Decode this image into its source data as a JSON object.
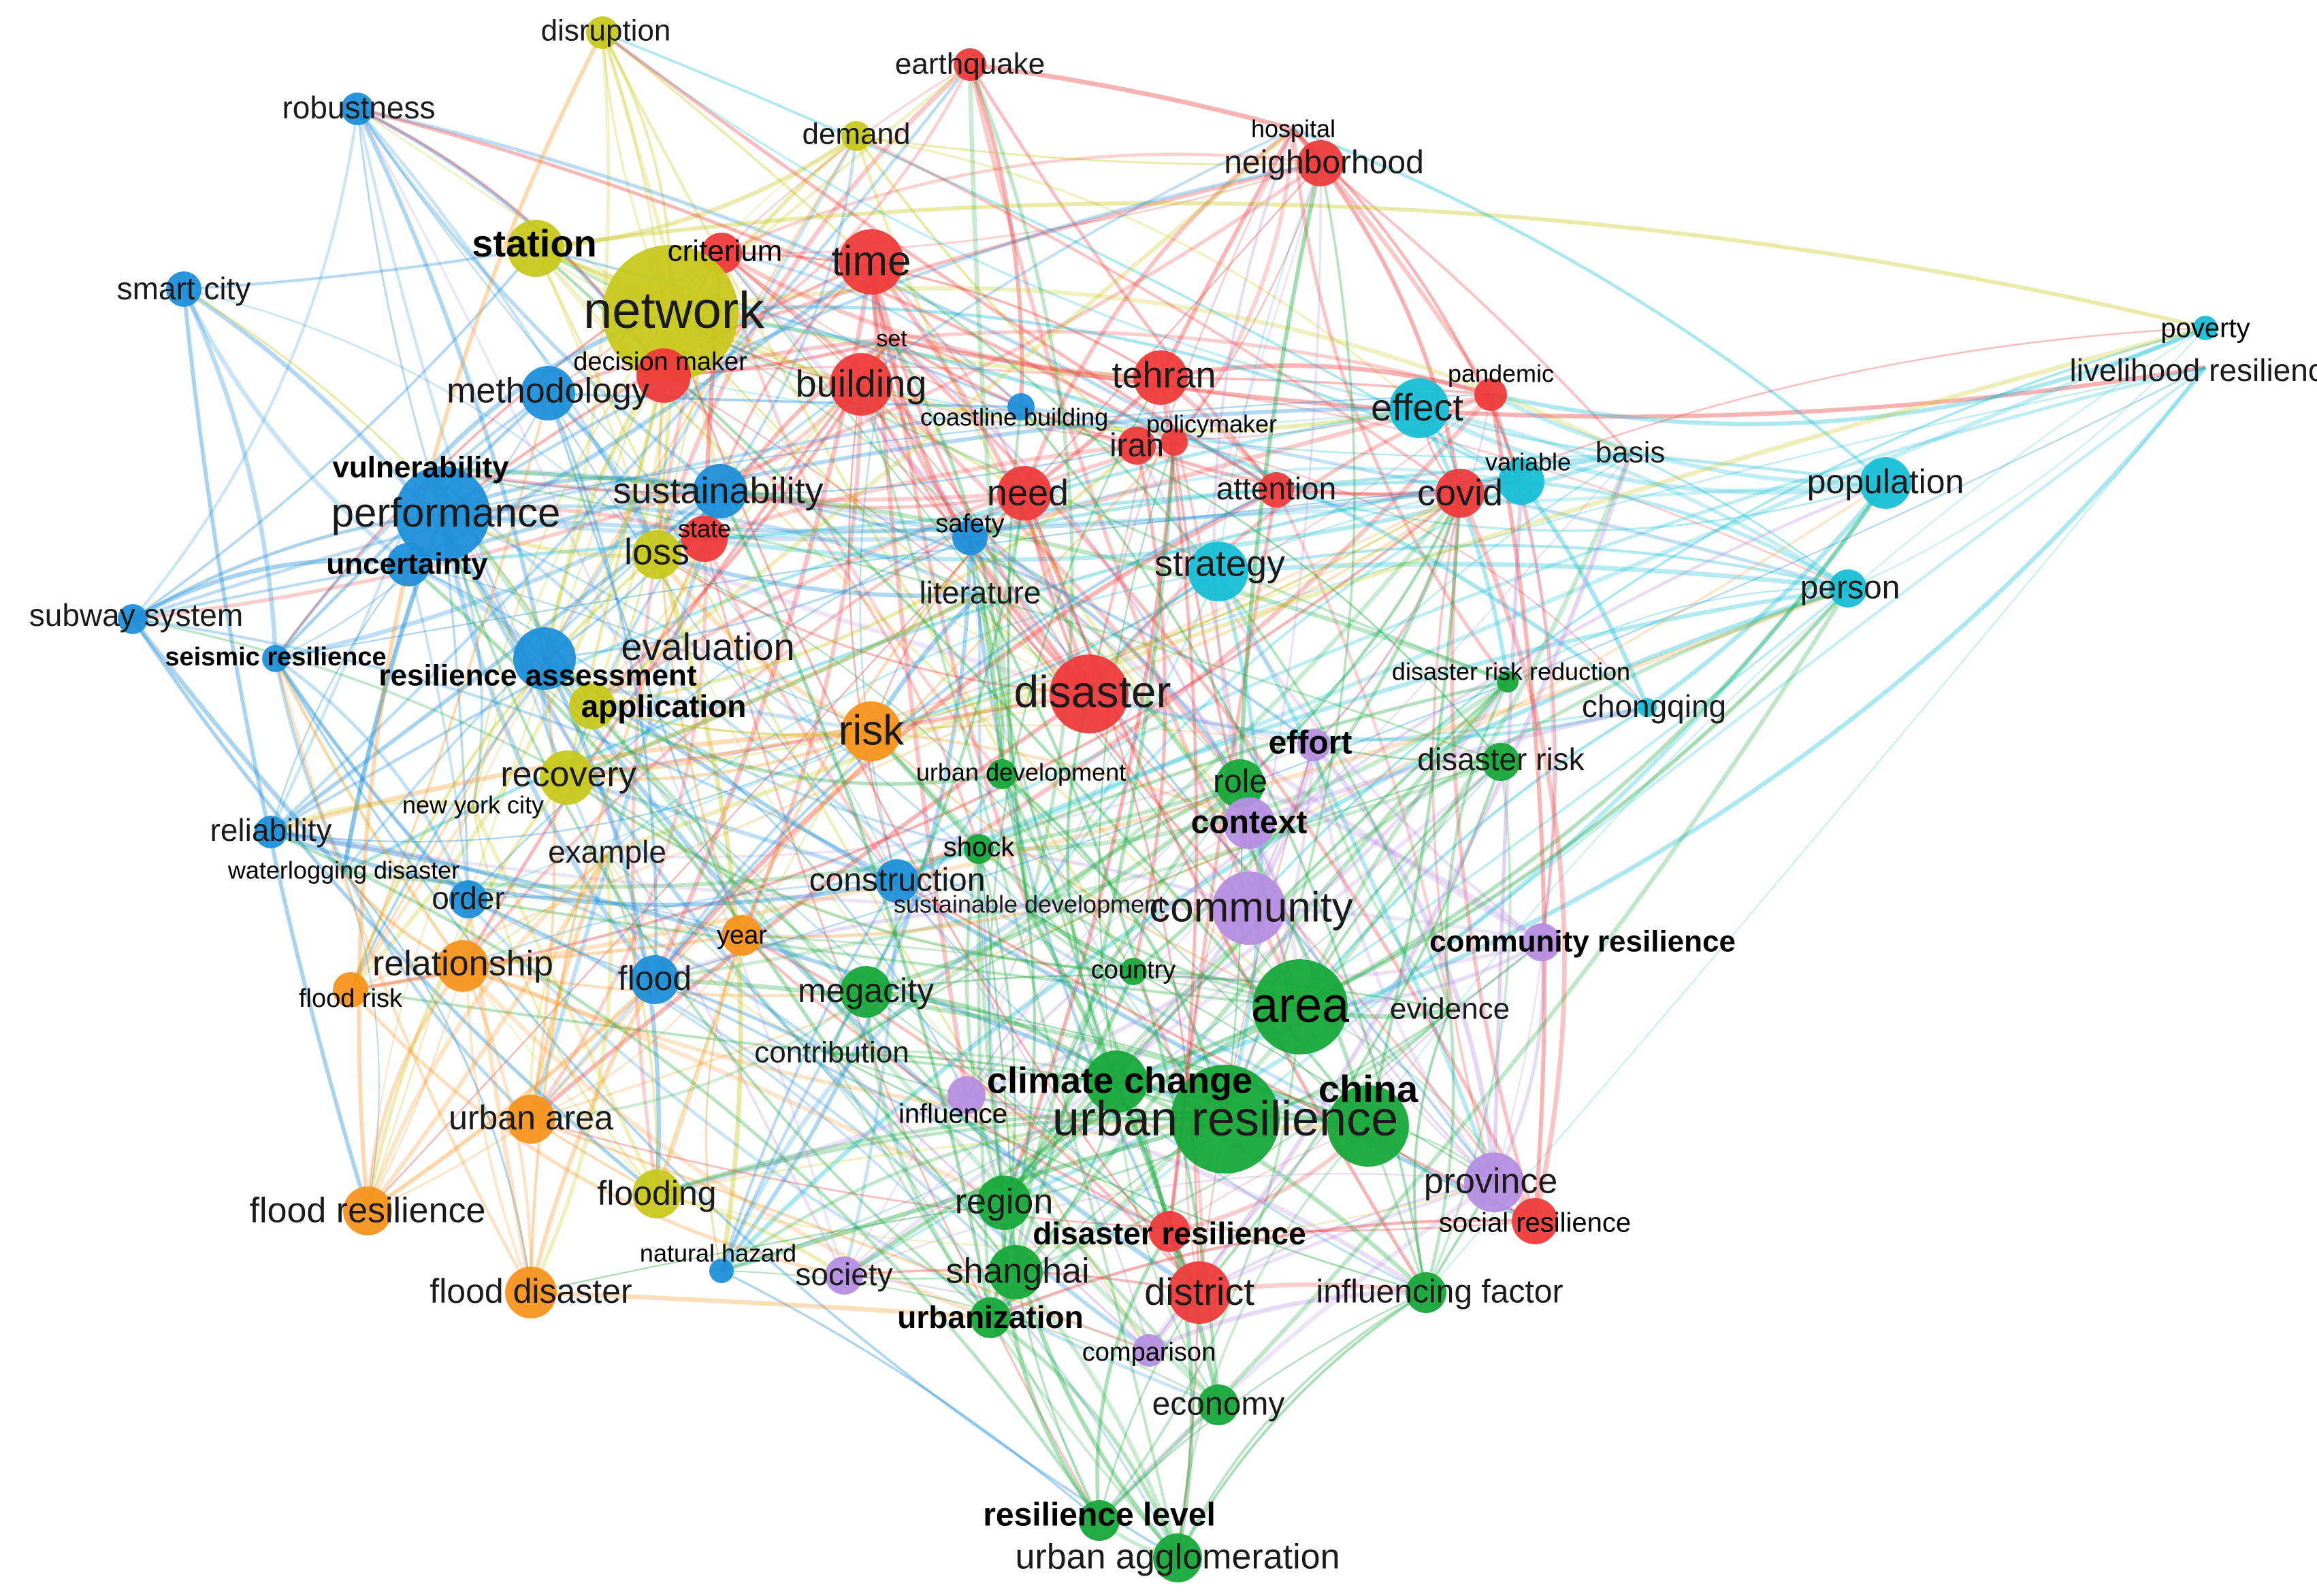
{
  "clusters": {
    "red": "#ee3b3b",
    "yellow": "#c8c81e",
    "blue": "#1f8fd8",
    "cyan": "#17bfd6",
    "green": "#18a83a",
    "purple": "#b58ee0",
    "orange": "#f7931e"
  },
  "nodes": [
    {
      "id": "disruption",
      "label": "disruption",
      "cluster": "yellow"
    },
    {
      "id": "robustness",
      "label": "robustness",
      "cluster": "blue"
    },
    {
      "id": "earthquake",
      "label": "earthquake",
      "cluster": "red"
    },
    {
      "id": "demand",
      "label": "demand",
      "cluster": "yellow"
    },
    {
      "id": "hospital",
      "label": "hospital",
      "cluster": "red"
    },
    {
      "id": "neighborhood",
      "label": "neighborhood",
      "cluster": "red"
    },
    {
      "id": "station",
      "label": "station",
      "cluster": "yellow"
    },
    {
      "id": "criterium",
      "label": "criterium",
      "cluster": "red"
    },
    {
      "id": "time",
      "label": "time",
      "cluster": "red"
    },
    {
      "id": "smart_city",
      "label": "smart city",
      "cluster": "blue"
    },
    {
      "id": "network",
      "label": "network",
      "cluster": "yellow"
    },
    {
      "id": "set",
      "label": "set",
      "cluster": "red"
    },
    {
      "id": "decision_maker",
      "label": "decision maker",
      "cluster": "red"
    },
    {
      "id": "building",
      "label": "building",
      "cluster": "red"
    },
    {
      "id": "methodology",
      "label": "methodology",
      "cluster": "blue"
    },
    {
      "id": "tehran",
      "label": "tehran",
      "cluster": "red"
    },
    {
      "id": "pandemic",
      "label": "pandemic",
      "cluster": "red"
    },
    {
      "id": "poverty",
      "label": "poverty",
      "cluster": "cyan"
    },
    {
      "id": "livelihood_resilience",
      "label": "livelihood resilience",
      "cluster": "cyan"
    },
    {
      "id": "coastline_building",
      "label": "coastline building",
      "cluster": "blue"
    },
    {
      "id": "policymaker",
      "label": "policymaker",
      "cluster": "red"
    },
    {
      "id": "effect",
      "label": "effect",
      "cluster": "cyan"
    },
    {
      "id": "iran",
      "label": "iran",
      "cluster": "red"
    },
    {
      "id": "vulnerability",
      "label": "vulnerability",
      "cluster": "blue"
    },
    {
      "id": "variable",
      "label": "variable",
      "cluster": "cyan"
    },
    {
      "id": "basis",
      "label": "basis",
      "cluster": "cyan"
    },
    {
      "id": "population",
      "label": "population",
      "cluster": "cyan"
    },
    {
      "id": "sustainability",
      "label": "sustainability",
      "cluster": "blue"
    },
    {
      "id": "need",
      "label": "need",
      "cluster": "red"
    },
    {
      "id": "attention",
      "label": "attention",
      "cluster": "red"
    },
    {
      "id": "covid",
      "label": "covid",
      "cluster": "red"
    },
    {
      "id": "performance",
      "label": "performance",
      "cluster": "blue"
    },
    {
      "id": "state",
      "label": "state",
      "cluster": "red"
    },
    {
      "id": "safety",
      "label": "safety",
      "cluster": "blue"
    },
    {
      "id": "uncertainty",
      "label": "uncertainty",
      "cluster": "blue"
    },
    {
      "id": "loss",
      "label": "loss",
      "cluster": "yellow"
    },
    {
      "id": "strategy",
      "label": "strategy",
      "cluster": "cyan"
    },
    {
      "id": "person",
      "label": "person",
      "cluster": "cyan"
    },
    {
      "id": "literature",
      "label": "literature",
      "cluster": "blue"
    },
    {
      "id": "subway_system",
      "label": "subway system",
      "cluster": "blue"
    },
    {
      "id": "evaluation",
      "label": "evaluation",
      "cluster": "blue"
    },
    {
      "id": "seismic_resilience",
      "label": "seismic resilience",
      "cluster": "blue"
    },
    {
      "id": "disaster_risk_reduction",
      "label": "disaster risk reduction",
      "cluster": "green"
    },
    {
      "id": "resilience_assessment",
      "label": "resilience assessment",
      "cluster": "blue"
    },
    {
      "id": "disaster",
      "label": "disaster",
      "cluster": "red"
    },
    {
      "id": "chongqing",
      "label": "chongqing",
      "cluster": "cyan"
    },
    {
      "id": "application",
      "label": "application",
      "cluster": "yellow"
    },
    {
      "id": "risk",
      "label": "risk",
      "cluster": "orange"
    },
    {
      "id": "effort",
      "label": "effort",
      "cluster": "purple"
    },
    {
      "id": "disaster_risk",
      "label": "disaster risk",
      "cluster": "green"
    },
    {
      "id": "urban_development",
      "label": "urban development",
      "cluster": "green"
    },
    {
      "id": "recovery",
      "label": "recovery",
      "cluster": "yellow"
    },
    {
      "id": "role",
      "label": "role",
      "cluster": "green"
    },
    {
      "id": "new_york_city",
      "label": "new york city",
      "cluster": "yellow"
    },
    {
      "id": "context",
      "label": "context",
      "cluster": "purple"
    },
    {
      "id": "reliability",
      "label": "reliability",
      "cluster": "blue"
    },
    {
      "id": "shock",
      "label": "shock",
      "cluster": "green"
    },
    {
      "id": "example",
      "label": "example",
      "cluster": "yellow"
    },
    {
      "id": "waterlogging_disaster",
      "label": "waterlogging disaster",
      "cluster": "blue"
    },
    {
      "id": "construction",
      "label": "construction",
      "cluster": "blue"
    },
    {
      "id": "order",
      "label": "order",
      "cluster": "blue"
    },
    {
      "id": "sustainable_development",
      "label": "sustainable development",
      "cluster": "green"
    },
    {
      "id": "community",
      "label": "community",
      "cluster": "purple"
    },
    {
      "id": "year",
      "label": "year",
      "cluster": "orange"
    },
    {
      "id": "community_resilience",
      "label": "community resilience",
      "cluster": "purple"
    },
    {
      "id": "relationship",
      "label": "relationship",
      "cluster": "orange"
    },
    {
      "id": "country",
      "label": "country",
      "cluster": "green"
    },
    {
      "id": "flood",
      "label": "flood",
      "cluster": "blue"
    },
    {
      "id": "megacity",
      "label": "megacity",
      "cluster": "green"
    },
    {
      "id": "flood_risk",
      "label": "flood risk",
      "cluster": "orange"
    },
    {
      "id": "area",
      "label": "area",
      "cluster": "green"
    },
    {
      "id": "evidence",
      "label": "evidence",
      "cluster": "green"
    },
    {
      "id": "contribution",
      "label": "contribution",
      "cluster": "green"
    },
    {
      "id": "climate_change",
      "label": "climate change",
      "cluster": "green"
    },
    {
      "id": "china",
      "label": "china",
      "cluster": "green"
    },
    {
      "id": "influence",
      "label": "influence",
      "cluster": "purple"
    },
    {
      "id": "urban_resilience",
      "label": "urban resilience",
      "cluster": "green"
    },
    {
      "id": "urban_area",
      "label": "urban area",
      "cluster": "orange"
    },
    {
      "id": "province",
      "label": "province",
      "cluster": "purple"
    },
    {
      "id": "flooding",
      "label": "flooding",
      "cluster": "yellow"
    },
    {
      "id": "flood_resilience",
      "label": "flood resilience",
      "cluster": "orange"
    },
    {
      "id": "region",
      "label": "region",
      "cluster": "green"
    },
    {
      "id": "disaster_resilience",
      "label": "disaster resilience",
      "cluster": "red"
    },
    {
      "id": "social_resilience",
      "label": "social resilience",
      "cluster": "red"
    },
    {
      "id": "natural_hazard",
      "label": "natural hazard",
      "cluster": "blue"
    },
    {
      "id": "society",
      "label": "society",
      "cluster": "purple"
    },
    {
      "id": "shanghai",
      "label": "shanghai",
      "cluster": "green"
    },
    {
      "id": "flood_disaster",
      "label": "flood disaster",
      "cluster": "orange"
    },
    {
      "id": "district",
      "label": "district",
      "cluster": "red"
    },
    {
      "id": "influencing_factor",
      "label": "influencing factor",
      "cluster": "green"
    },
    {
      "id": "urbanization",
      "label": "urbanization",
      "cluster": "green"
    },
    {
      "id": "comparison",
      "label": "comparison",
      "cluster": "purple"
    },
    {
      "id": "economy",
      "label": "economy",
      "cluster": "green"
    },
    {
      "id": "resilience_level",
      "label": "resilience level",
      "cluster": "green"
    },
    {
      "id": "urban_agglomeration",
      "label": "urban agglomeration",
      "cluster": "green"
    }
  ]
}
